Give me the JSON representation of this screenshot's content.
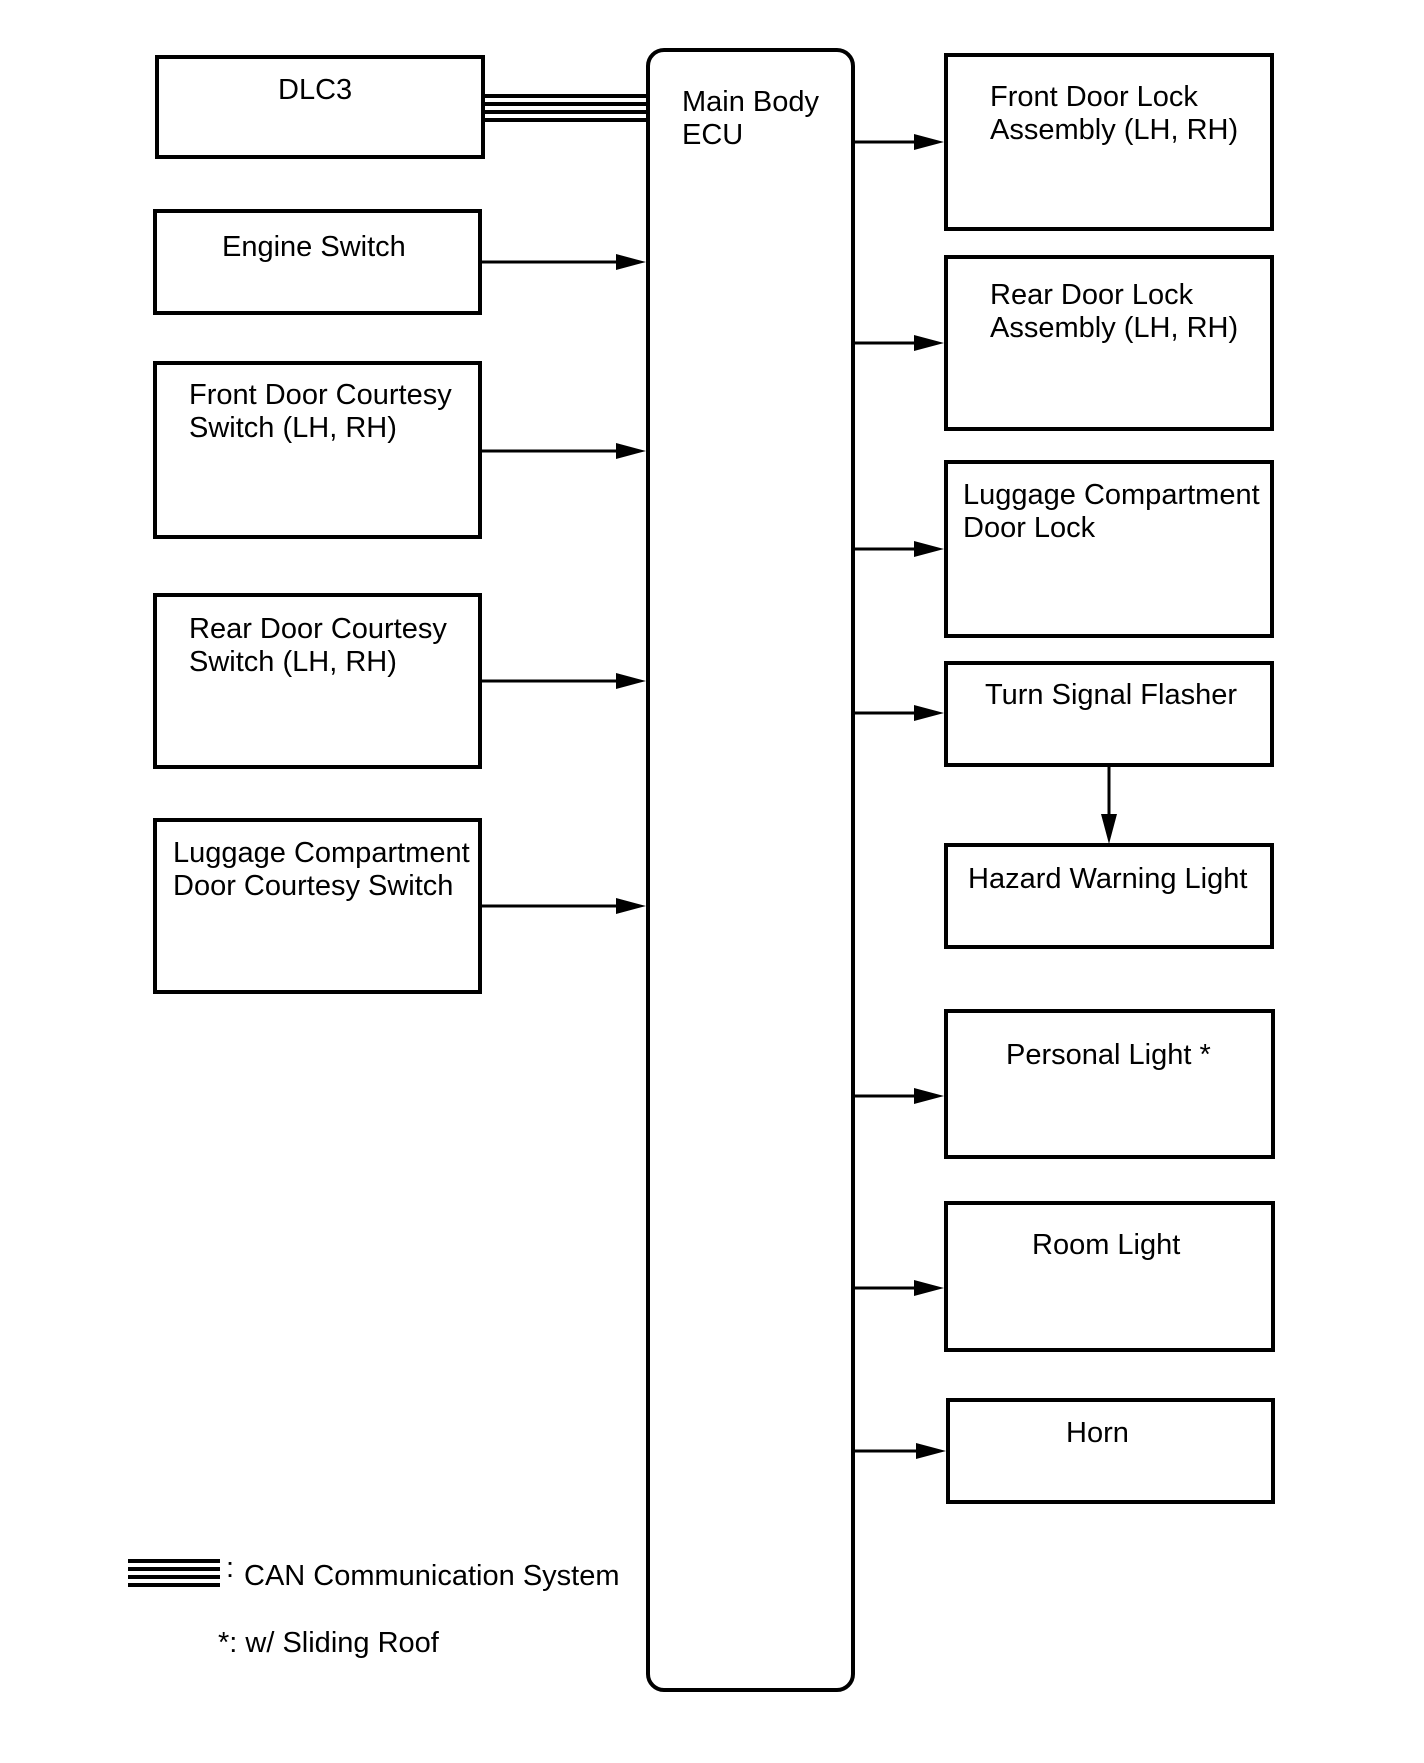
{
  "ecu": {
    "name": [
      "Main Body",
      "ECU"
    ]
  },
  "inputs": [
    {
      "id": "dlc3",
      "lines": [
        "DLC3"
      ],
      "link": "can"
    },
    {
      "id": "engine-switch",
      "lines": [
        "Engine Switch"
      ],
      "link": "arrow"
    },
    {
      "id": "front-door-courtesy-switch",
      "lines": [
        "Front Door Courtesy",
        "Switch (LH, RH)"
      ],
      "link": "arrow"
    },
    {
      "id": "rear-door-courtesy-switch",
      "lines": [
        "Rear Door Courtesy",
        "Switch (LH, RH)"
      ],
      "link": "arrow"
    },
    {
      "id": "luggage-door-courtesy-switch",
      "lines": [
        "Luggage Compartment",
        "Door Courtesy Switch"
      ],
      "link": "arrow"
    }
  ],
  "outputs": [
    {
      "id": "front-door-lock-assembly",
      "lines": [
        "Front Door Lock",
        "Assembly (LH, RH)"
      ]
    },
    {
      "id": "rear-door-lock-assembly",
      "lines": [
        "Rear Door Lock",
        "Assembly (LH, RH)"
      ]
    },
    {
      "id": "luggage-compartment-door-lock",
      "lines": [
        "Luggage Compartment",
        "Door Lock"
      ]
    },
    {
      "id": "turn-signal-flasher",
      "lines": [
        "Turn Signal Flasher"
      ]
    },
    {
      "id": "hazard-warning-light",
      "lines": [
        "Hazard Warning Light"
      ],
      "fed_by": "turn-signal-flasher"
    },
    {
      "id": "personal-light",
      "lines": [
        "Personal Light *"
      ]
    },
    {
      "id": "room-light",
      "lines": [
        "Room Light"
      ]
    },
    {
      "id": "horn",
      "lines": [
        "Horn"
      ]
    }
  ],
  "legend": {
    "can_label": "CAN Communication System",
    "can_separator": ":",
    "footnote": "*: w/ Sliding Roof"
  }
}
